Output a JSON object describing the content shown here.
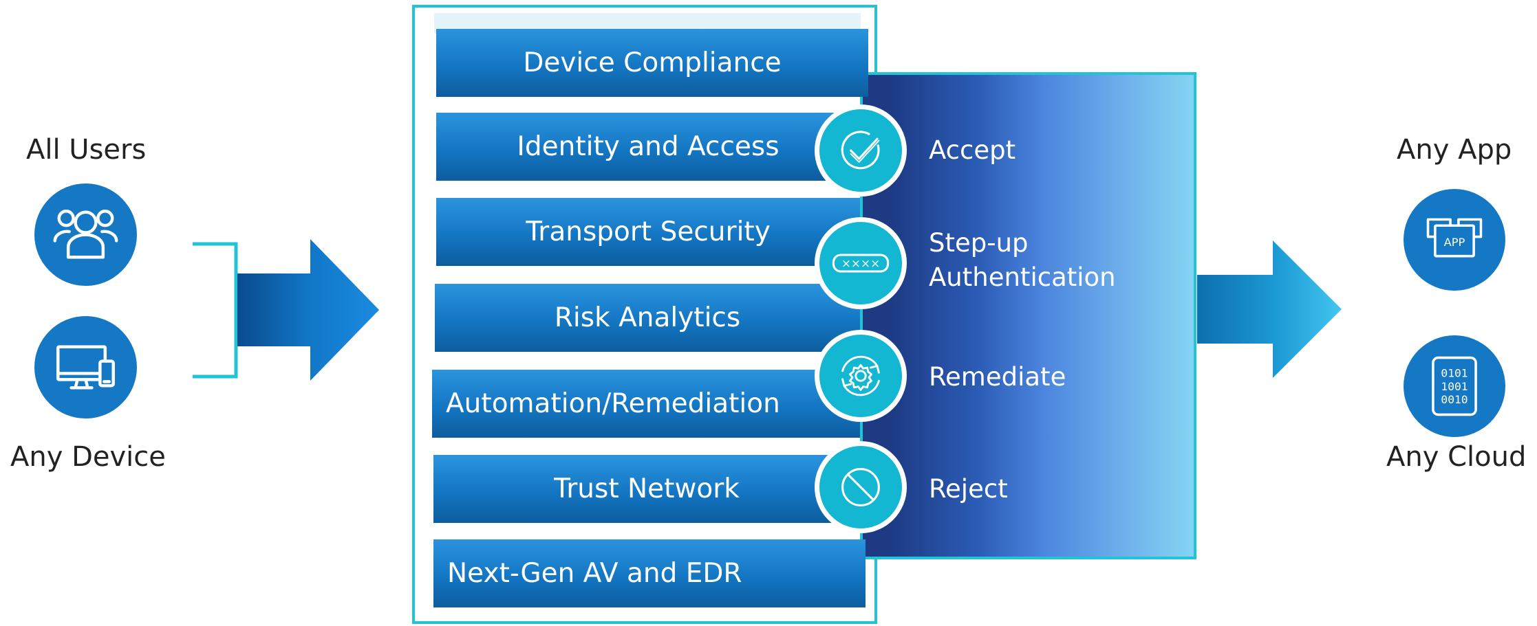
{
  "left": {
    "top_label": "All Users",
    "bottom_label": "Any Device",
    "icons": [
      "users-icon",
      "devices-icon"
    ]
  },
  "right": {
    "top_label": "Any App",
    "bottom_label": "Any Cloud",
    "icons": [
      "app-icon",
      "binary-data-icon"
    ]
  },
  "layers": [
    "Device Compliance",
    "Identity and Access",
    "Transport Security",
    "Risk Analytics",
    "Automation/Remediation",
    "Trust Network",
    "Next-Gen AV and EDR"
  ],
  "actions": [
    {
      "label": "Accept",
      "icon": "check-icon"
    },
    {
      "label": "Step-up",
      "label2": "Authentication",
      "icon": "password-icon"
    },
    {
      "label": "Remediate",
      "icon": "gear-cycle-icon"
    },
    {
      "label": "Reject",
      "icon": "reject-icon"
    }
  ],
  "icon_texts": {
    "app": "APP",
    "binary": [
      "0101",
      "1001",
      "0010"
    ],
    "password": "××××"
  },
  "colors": {
    "accent_border": "#22c3d4",
    "bar_blue": "#1476c3",
    "circle_blue": "#1478c4",
    "action_circle": "#14b7d2",
    "panel_dark": "#1d3a83",
    "panel_light": "#84d4f2"
  }
}
